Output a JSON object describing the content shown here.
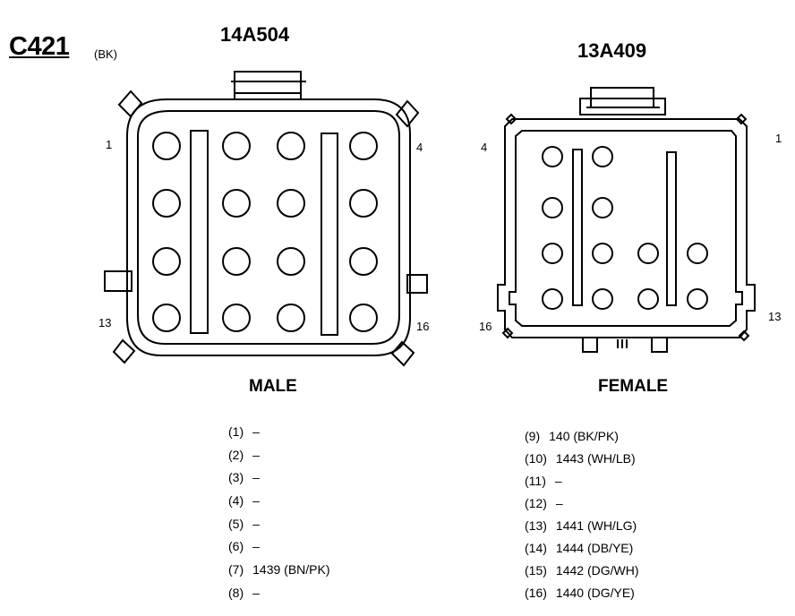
{
  "connector": {
    "id": "C421",
    "color": "(BK)"
  },
  "male": {
    "part_number": "14A504",
    "label": "MALE",
    "corner_labels": {
      "top_left": "1",
      "top_right": "4",
      "bottom_left": "13",
      "bottom_right": "16"
    }
  },
  "female": {
    "part_number": "13A409",
    "label": "FEMALE",
    "corner_labels": {
      "top_left": "4",
      "top_right": "1",
      "bottom_left": "16",
      "bottom_right": "13"
    }
  },
  "pins_left": [
    {
      "ref": "(1)",
      "circuit": "–"
    },
    {
      "ref": "(2)",
      "circuit": "–"
    },
    {
      "ref": "(3)",
      "circuit": "–"
    },
    {
      "ref": "(4)",
      "circuit": "–"
    },
    {
      "ref": "(5)",
      "circuit": "–"
    },
    {
      "ref": "(6)",
      "circuit": "–"
    },
    {
      "ref": "(7)",
      "circuit": "1439 (BN/PK)"
    },
    {
      "ref": "(8)",
      "circuit": "–"
    }
  ],
  "pins_right": [
    {
      "ref": "(9)",
      "circuit": "140 (BK/PK)"
    },
    {
      "ref": "(10)",
      "circuit": "1443 (WH/LB)"
    },
    {
      "ref": "(11)",
      "circuit": "–"
    },
    {
      "ref": "(12)",
      "circuit": "–"
    },
    {
      "ref": "(13)",
      "circuit": "1441 (WH/LG)"
    },
    {
      "ref": "(14)",
      "circuit": "1444 (DB/YE)"
    },
    {
      "ref": "(15)",
      "circuit": "1442 (DG/WH)"
    },
    {
      "ref": "(16)",
      "circuit": "1440 (DG/YE)"
    }
  ]
}
